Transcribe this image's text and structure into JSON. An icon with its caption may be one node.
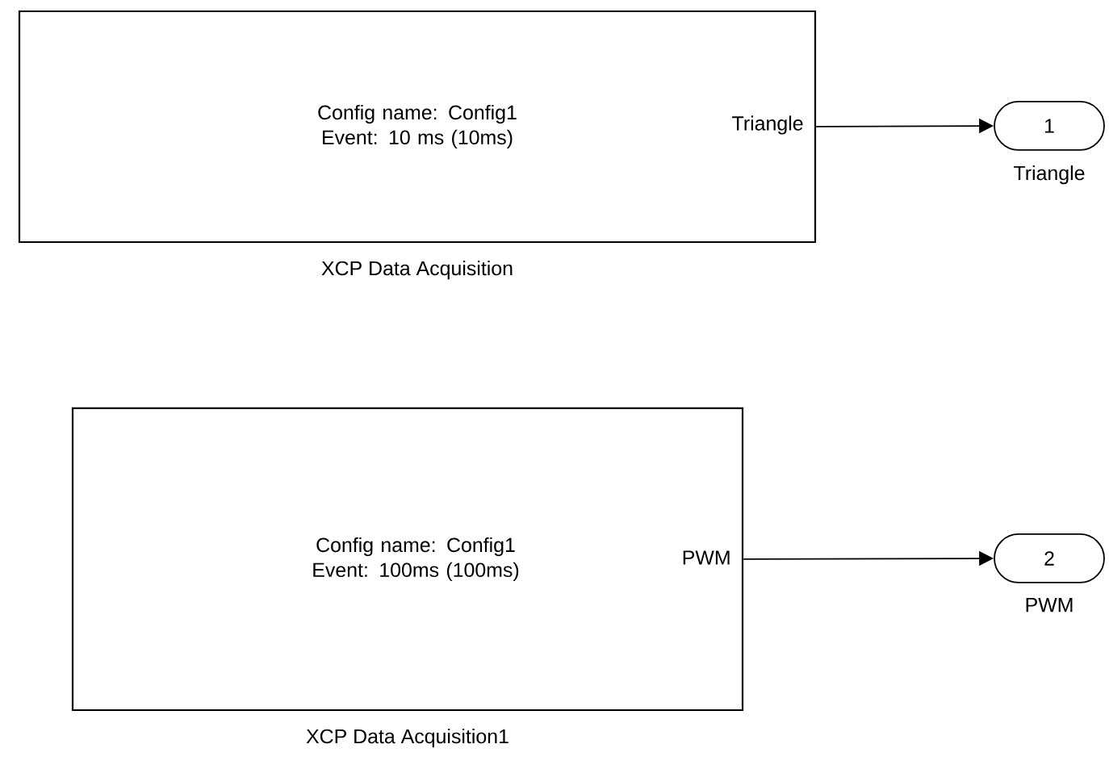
{
  "diagram": {
    "nodes": [
      {
        "text": [
          "Config name: Config1 Event: 10 ms (10ms)",
          "Triangle"
        ],
        "beside": [
          "XCP Data Acquisition"
        ]
      },
      {
        "text": [
          "1"
        ],
        "beside": [
          "Triangle"
        ]
      },
      {
        "text": [
          "Config name: Config1 Event: 100ms (100ms)",
          "PWM"
        ],
        "beside": [
          "XCP Data Acquisition1"
        ]
      },
      {
        "text": [
          "2"
        ],
        "beside": [
          "PWM"
        ]
      }
    ],
    "edges": [
      {
        "from": 0,
        "to": 1,
        "arrow": "to"
      },
      {
        "from": 2,
        "to": 3,
        "arrow": "to"
      }
    ]
  }
}
